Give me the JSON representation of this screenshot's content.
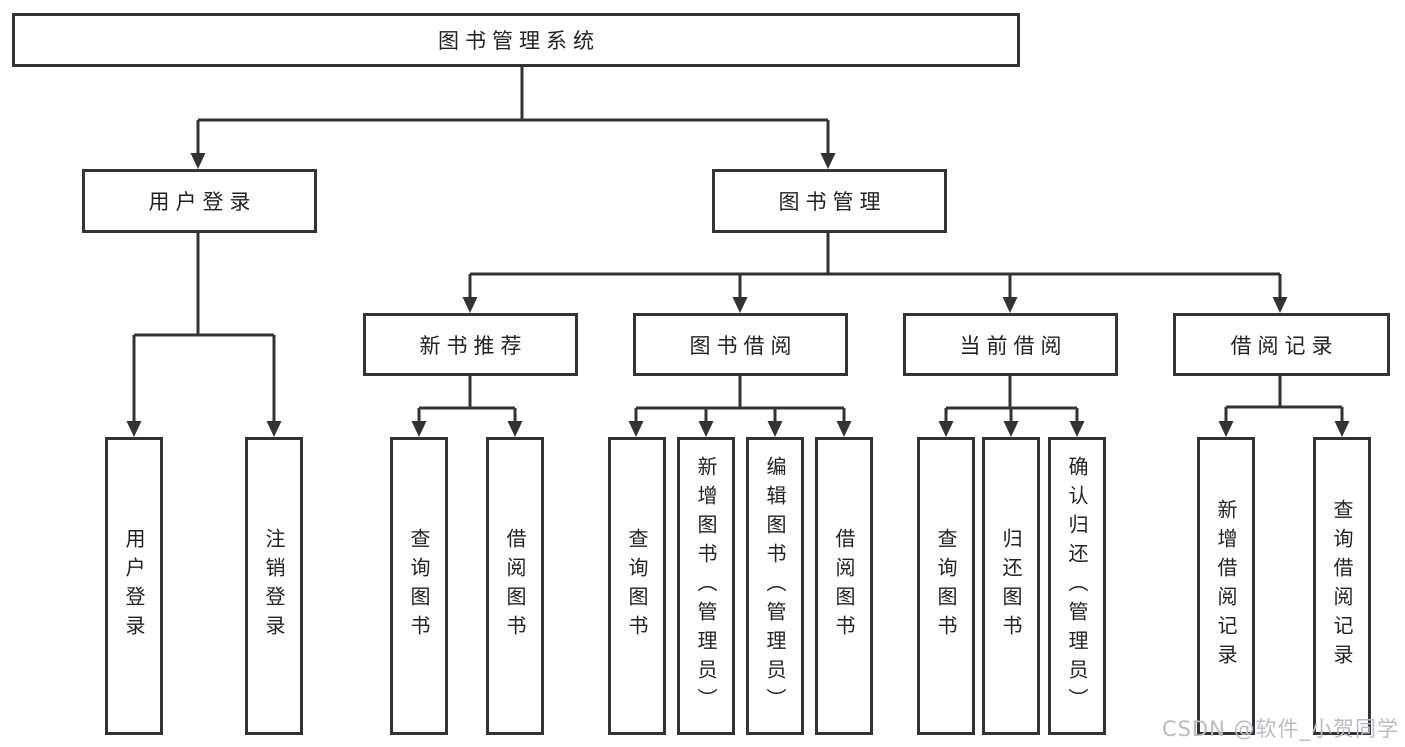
{
  "watermark": "CSDN @软件_小贺同学",
  "colors": {
    "line": "#333333",
    "box_border": "#333333",
    "text": "#222222",
    "watermark_gray": "#b9bdc3"
  },
  "tree": {
    "root": {
      "label": "图书管理系统"
    },
    "children": [
      {
        "label": "用户登录",
        "children": [
          {
            "label": "用户登录"
          },
          {
            "label": "注销登录"
          }
        ]
      },
      {
        "label": "图书管理",
        "children": [
          {
            "label": "新书推荐",
            "children": [
              {
                "label": "查询图书"
              },
              {
                "label": "借阅图书"
              }
            ]
          },
          {
            "label": "图书借阅",
            "children": [
              {
                "label": "查询图书"
              },
              {
                "label": "新增图书（管理员）"
              },
              {
                "label": "编辑图书（管理员）"
              },
              {
                "label": "借阅图书"
              }
            ]
          },
          {
            "label": "当前借阅",
            "children": [
              {
                "label": "查询图书"
              },
              {
                "label": "归还图书"
              },
              {
                "label": "确认归还（管理员）"
              }
            ]
          },
          {
            "label": "借阅记录",
            "children": [
              {
                "label": "新增借阅记录"
              },
              {
                "label": "查询借阅记录"
              }
            ]
          }
        ]
      }
    ]
  }
}
